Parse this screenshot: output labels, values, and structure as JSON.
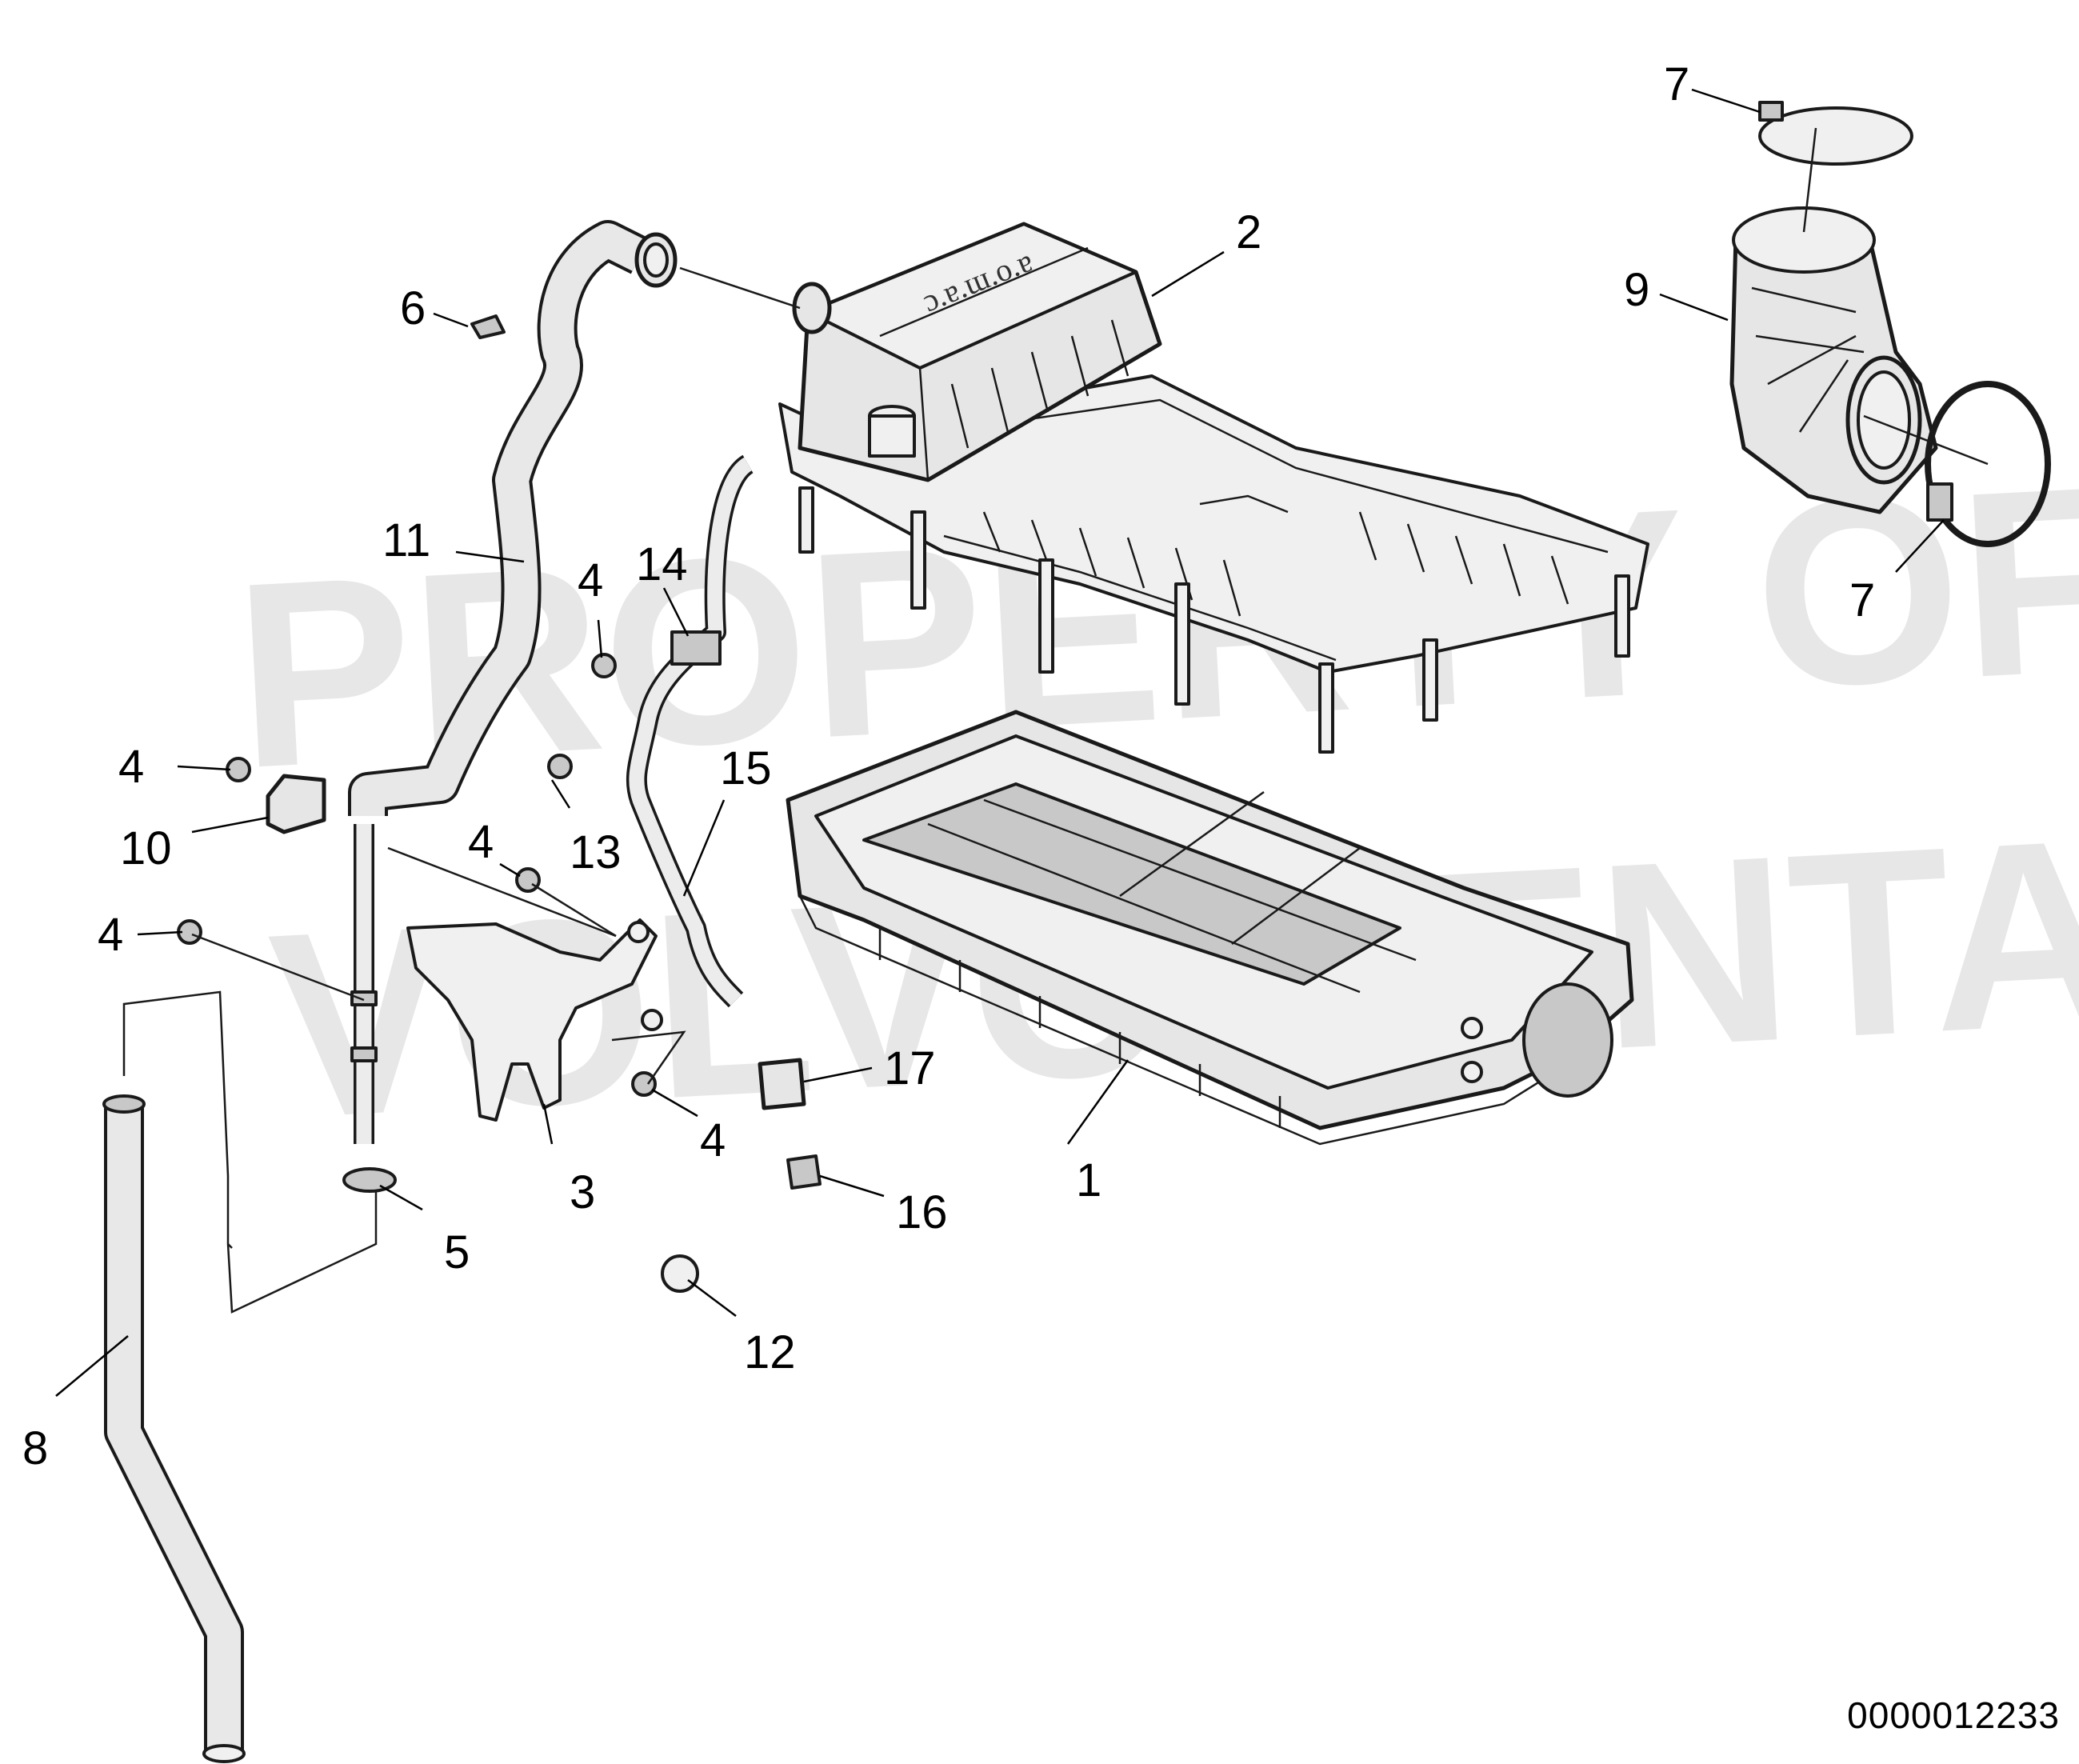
{
  "diagram": {
    "watermark": [
      "PROPERTY OF",
      "VOLVO PENTA"
    ],
    "document_number": "0000012233",
    "callouts": [
      {
        "id": "c1",
        "label": "1"
      },
      {
        "id": "c2",
        "label": "2"
      },
      {
        "id": "c3",
        "label": "3"
      },
      {
        "id": "c4a",
        "label": "4"
      },
      {
        "id": "c4b",
        "label": "4"
      },
      {
        "id": "c4c",
        "label": "4"
      },
      {
        "id": "c4d",
        "label": "4"
      },
      {
        "id": "c4e",
        "label": "4"
      },
      {
        "id": "c5",
        "label": "5"
      },
      {
        "id": "c6",
        "label": "6"
      },
      {
        "id": "c7a",
        "label": "7"
      },
      {
        "id": "c7b",
        "label": "7"
      },
      {
        "id": "c8",
        "label": "8"
      },
      {
        "id": "c9",
        "label": "9"
      },
      {
        "id": "c10",
        "label": "10"
      },
      {
        "id": "c11",
        "label": "11"
      },
      {
        "id": "c12",
        "label": "12"
      },
      {
        "id": "c13",
        "label": "13"
      },
      {
        "id": "c14",
        "label": "14"
      },
      {
        "id": "c15",
        "label": "15"
      },
      {
        "id": "c16",
        "label": "16"
      },
      {
        "id": "c17",
        "label": "17"
      }
    ]
  }
}
